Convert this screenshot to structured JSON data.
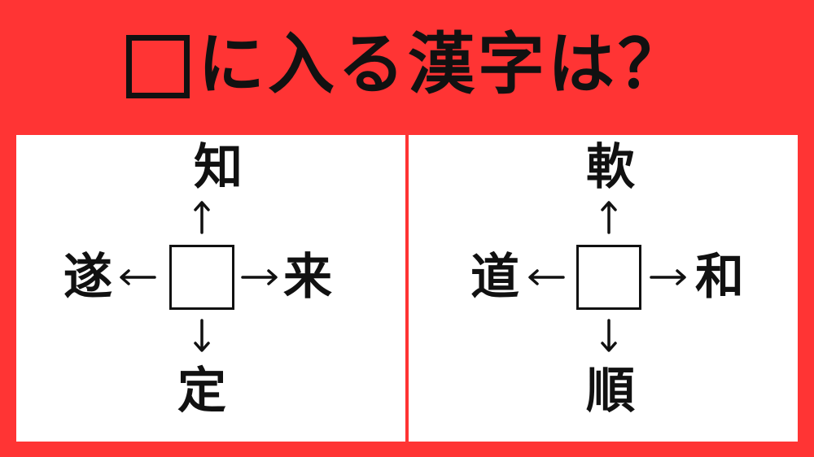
{
  "title": {
    "box_symbol": "□",
    "text": "に入る漢字は？"
  },
  "left_puzzle": {
    "top": "知",
    "left": "遂",
    "right": "来",
    "bottom": "定"
  },
  "right_puzzle": {
    "top": "軟",
    "left": "道",
    "right": "和",
    "bottom": "順"
  },
  "colors": {
    "background": "#ff3434",
    "panel": "#ffffff",
    "text": "#111111"
  }
}
